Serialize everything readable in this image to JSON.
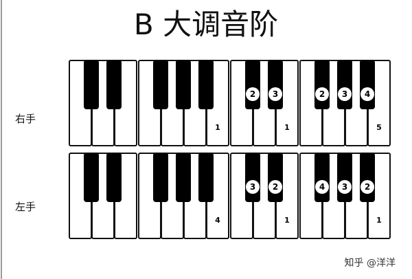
{
  "title": "B 大调音阶",
  "watermark": "知乎 @洋洋",
  "keyboards": [
    {
      "hand": "右手",
      "white_fingers": [
        "",
        "",
        "",
        "",
        "",
        "",
        "1",
        "",
        "",
        "1",
        "",
        "",
        "",
        "5"
      ],
      "black_fingers": [
        "",
        "",
        "",
        "",
        "",
        "2",
        "3",
        "2",
        "3",
        "4"
      ]
    },
    {
      "hand": "左手",
      "white_fingers": [
        "",
        "",
        "",
        "",
        "",
        "",
        "4",
        "",
        "",
        "1",
        "",
        "",
        "",
        "1"
      ],
      "black_fingers": [
        "",
        "",
        "",
        "",
        "",
        "3",
        "2",
        "4",
        "3",
        "2"
      ]
    }
  ]
}
